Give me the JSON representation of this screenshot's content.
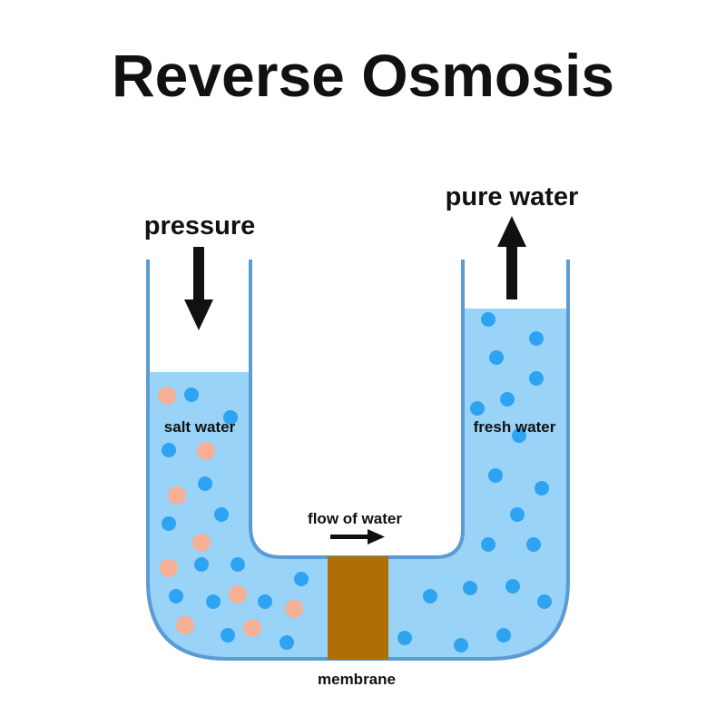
{
  "title": "Reverse Osmosis",
  "labels": {
    "pressure": "pressure",
    "pure_water": "pure water",
    "salt_water": "salt water",
    "fresh_water": "fresh water",
    "flow_of_water": "flow of water",
    "membrane": "membrane"
  },
  "colors": {
    "water": "#99d3f7",
    "tube_outline": "#5b9bd5",
    "water_molecule": "#2ea3f2",
    "salt_particle": "#f5b095",
    "membrane": "#b06f06",
    "arrow": "#111111"
  }
}
